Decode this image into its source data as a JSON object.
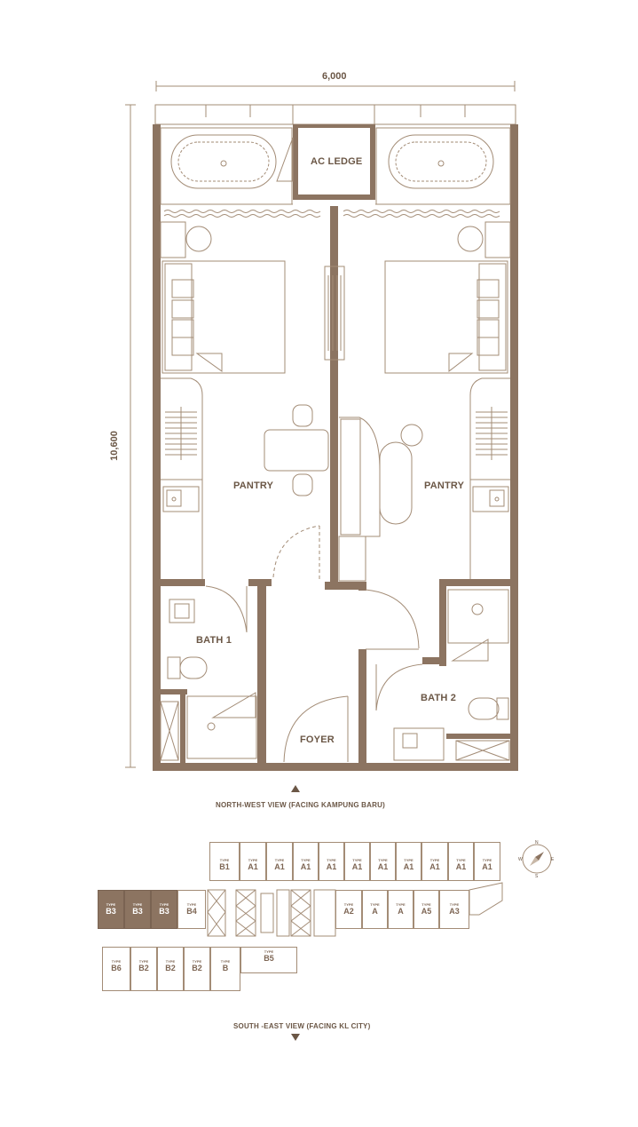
{
  "floorplan": {
    "width_dimension": "6,000",
    "height_dimension": "10,600",
    "rooms": {
      "ac_ledge": "AC LEDGE",
      "pantry_left": "PANTRY",
      "pantry_right": "PANTRY",
      "bath_1": "BATH 1",
      "bath_2": "BATH 2",
      "foyer": "FOYER"
    }
  },
  "views": {
    "north_west": "NORTH-WEST VIEW (FACING KAMPUNG BARU)",
    "south_east": "SOUTH -EAST VIEW (FACING KL CITY)"
  },
  "keyplan": {
    "type_label": "TYPE",
    "top_row": [
      "B1",
      "A1",
      "A1",
      "A1",
      "A1",
      "A1",
      "A1",
      "A1",
      "A1",
      "A1",
      "A1"
    ],
    "middle_left_selected": [
      "B3",
      "B3",
      "B3"
    ],
    "middle_left_other": "B4",
    "middle_right": [
      "A2",
      "A",
      "A",
      "A5",
      "A3"
    ],
    "bottom_row": [
      "B6",
      "B2",
      "B2",
      "B2",
      "B"
    ],
    "bottom_extra": "B5",
    "compass_letters": {
      "n": "N",
      "s": "S",
      "e": "E",
      "w": "W"
    }
  },
  "colors": {
    "wall": "#8c7461",
    "line": "#a38c76",
    "selected_unit": "#8c7461"
  }
}
